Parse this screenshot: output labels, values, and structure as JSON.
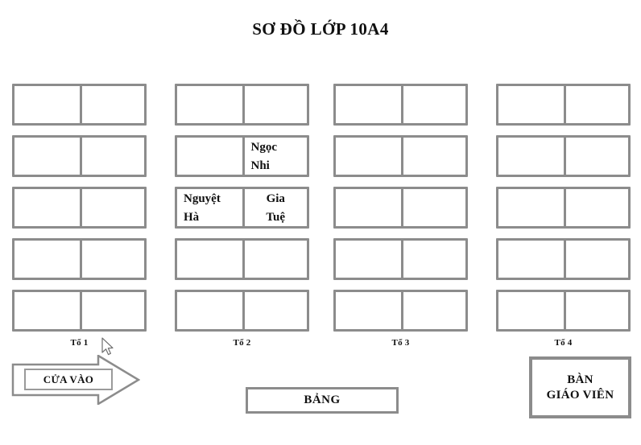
{
  "title": "SƠ ĐỒ LỚP 10A4",
  "colors": {
    "desk_border": "#8c8c8c",
    "desk_fill": "#ffffff",
    "text": "#101010",
    "page_background": "#ffffff"
  },
  "seating": {
    "rows_per_group": 5,
    "seats_per_row": 2,
    "groups": [
      {
        "label": "Tổ 1",
        "rows": [
          {
            "left": {
              "lines": [],
              "align": "left"
            },
            "right": {
              "lines": [],
              "align": "left"
            }
          },
          {
            "left": {
              "lines": [],
              "align": "left"
            },
            "right": {
              "lines": [],
              "align": "left"
            }
          },
          {
            "left": {
              "lines": [],
              "align": "left"
            },
            "right": {
              "lines": [],
              "align": "left"
            }
          },
          {
            "left": {
              "lines": [],
              "align": "left"
            },
            "right": {
              "lines": [],
              "align": "left"
            }
          },
          {
            "left": {
              "lines": [],
              "align": "left"
            },
            "right": {
              "lines": [],
              "align": "left"
            }
          }
        ]
      },
      {
        "label": "Tổ 2",
        "rows": [
          {
            "left": {
              "lines": [],
              "align": "left"
            },
            "right": {
              "lines": [],
              "align": "left"
            }
          },
          {
            "left": {
              "lines": [],
              "align": "left"
            },
            "right": {
              "lines": [
                "Ngọc",
                "Nhi"
              ],
              "align": "left"
            }
          },
          {
            "left": {
              "lines": [
                "Nguyệt",
                "Hà"
              ],
              "align": "left"
            },
            "right": {
              "lines": [
                "Gia",
                "Tuệ"
              ],
              "align": "center"
            }
          },
          {
            "left": {
              "lines": [],
              "align": "left"
            },
            "right": {
              "lines": [],
              "align": "left"
            }
          },
          {
            "left": {
              "lines": [],
              "align": "left"
            },
            "right": {
              "lines": [],
              "align": "left"
            }
          }
        ]
      },
      {
        "label": "Tổ 3",
        "rows": [
          {
            "left": {
              "lines": [],
              "align": "left"
            },
            "right": {
              "lines": [],
              "align": "left"
            }
          },
          {
            "left": {
              "lines": [],
              "align": "left"
            },
            "right": {
              "lines": [],
              "align": "left"
            }
          },
          {
            "left": {
              "lines": [],
              "align": "left"
            },
            "right": {
              "lines": [],
              "align": "left"
            }
          },
          {
            "left": {
              "lines": [],
              "align": "left"
            },
            "right": {
              "lines": [],
              "align": "left"
            }
          },
          {
            "left": {
              "lines": [],
              "align": "left"
            },
            "right": {
              "lines": [],
              "align": "left"
            }
          }
        ]
      },
      {
        "label": "Tổ 4",
        "rows": [
          {
            "left": {
              "lines": [],
              "align": "left"
            },
            "right": {
              "lines": [],
              "align": "left"
            }
          },
          {
            "left": {
              "lines": [],
              "align": "left"
            },
            "right": {
              "lines": [],
              "align": "left"
            }
          },
          {
            "left": {
              "lines": [],
              "align": "left"
            },
            "right": {
              "lines": [],
              "align": "left"
            }
          },
          {
            "left": {
              "lines": [],
              "align": "left"
            },
            "right": {
              "lines": [],
              "align": "left"
            }
          },
          {
            "left": {
              "lines": [],
              "align": "left"
            },
            "right": {
              "lines": [],
              "align": "left"
            }
          }
        ]
      }
    ]
  },
  "entrance": {
    "label": "CỬA VÀO",
    "icon": "arrow-right-icon",
    "direction": "right"
  },
  "board": {
    "label": "BẢNG"
  },
  "teacher_desk": {
    "line1": "BÀN",
    "line2": "GIÁO VIÊN"
  },
  "cursor": {
    "icon": "mouse-pointer-icon"
  }
}
